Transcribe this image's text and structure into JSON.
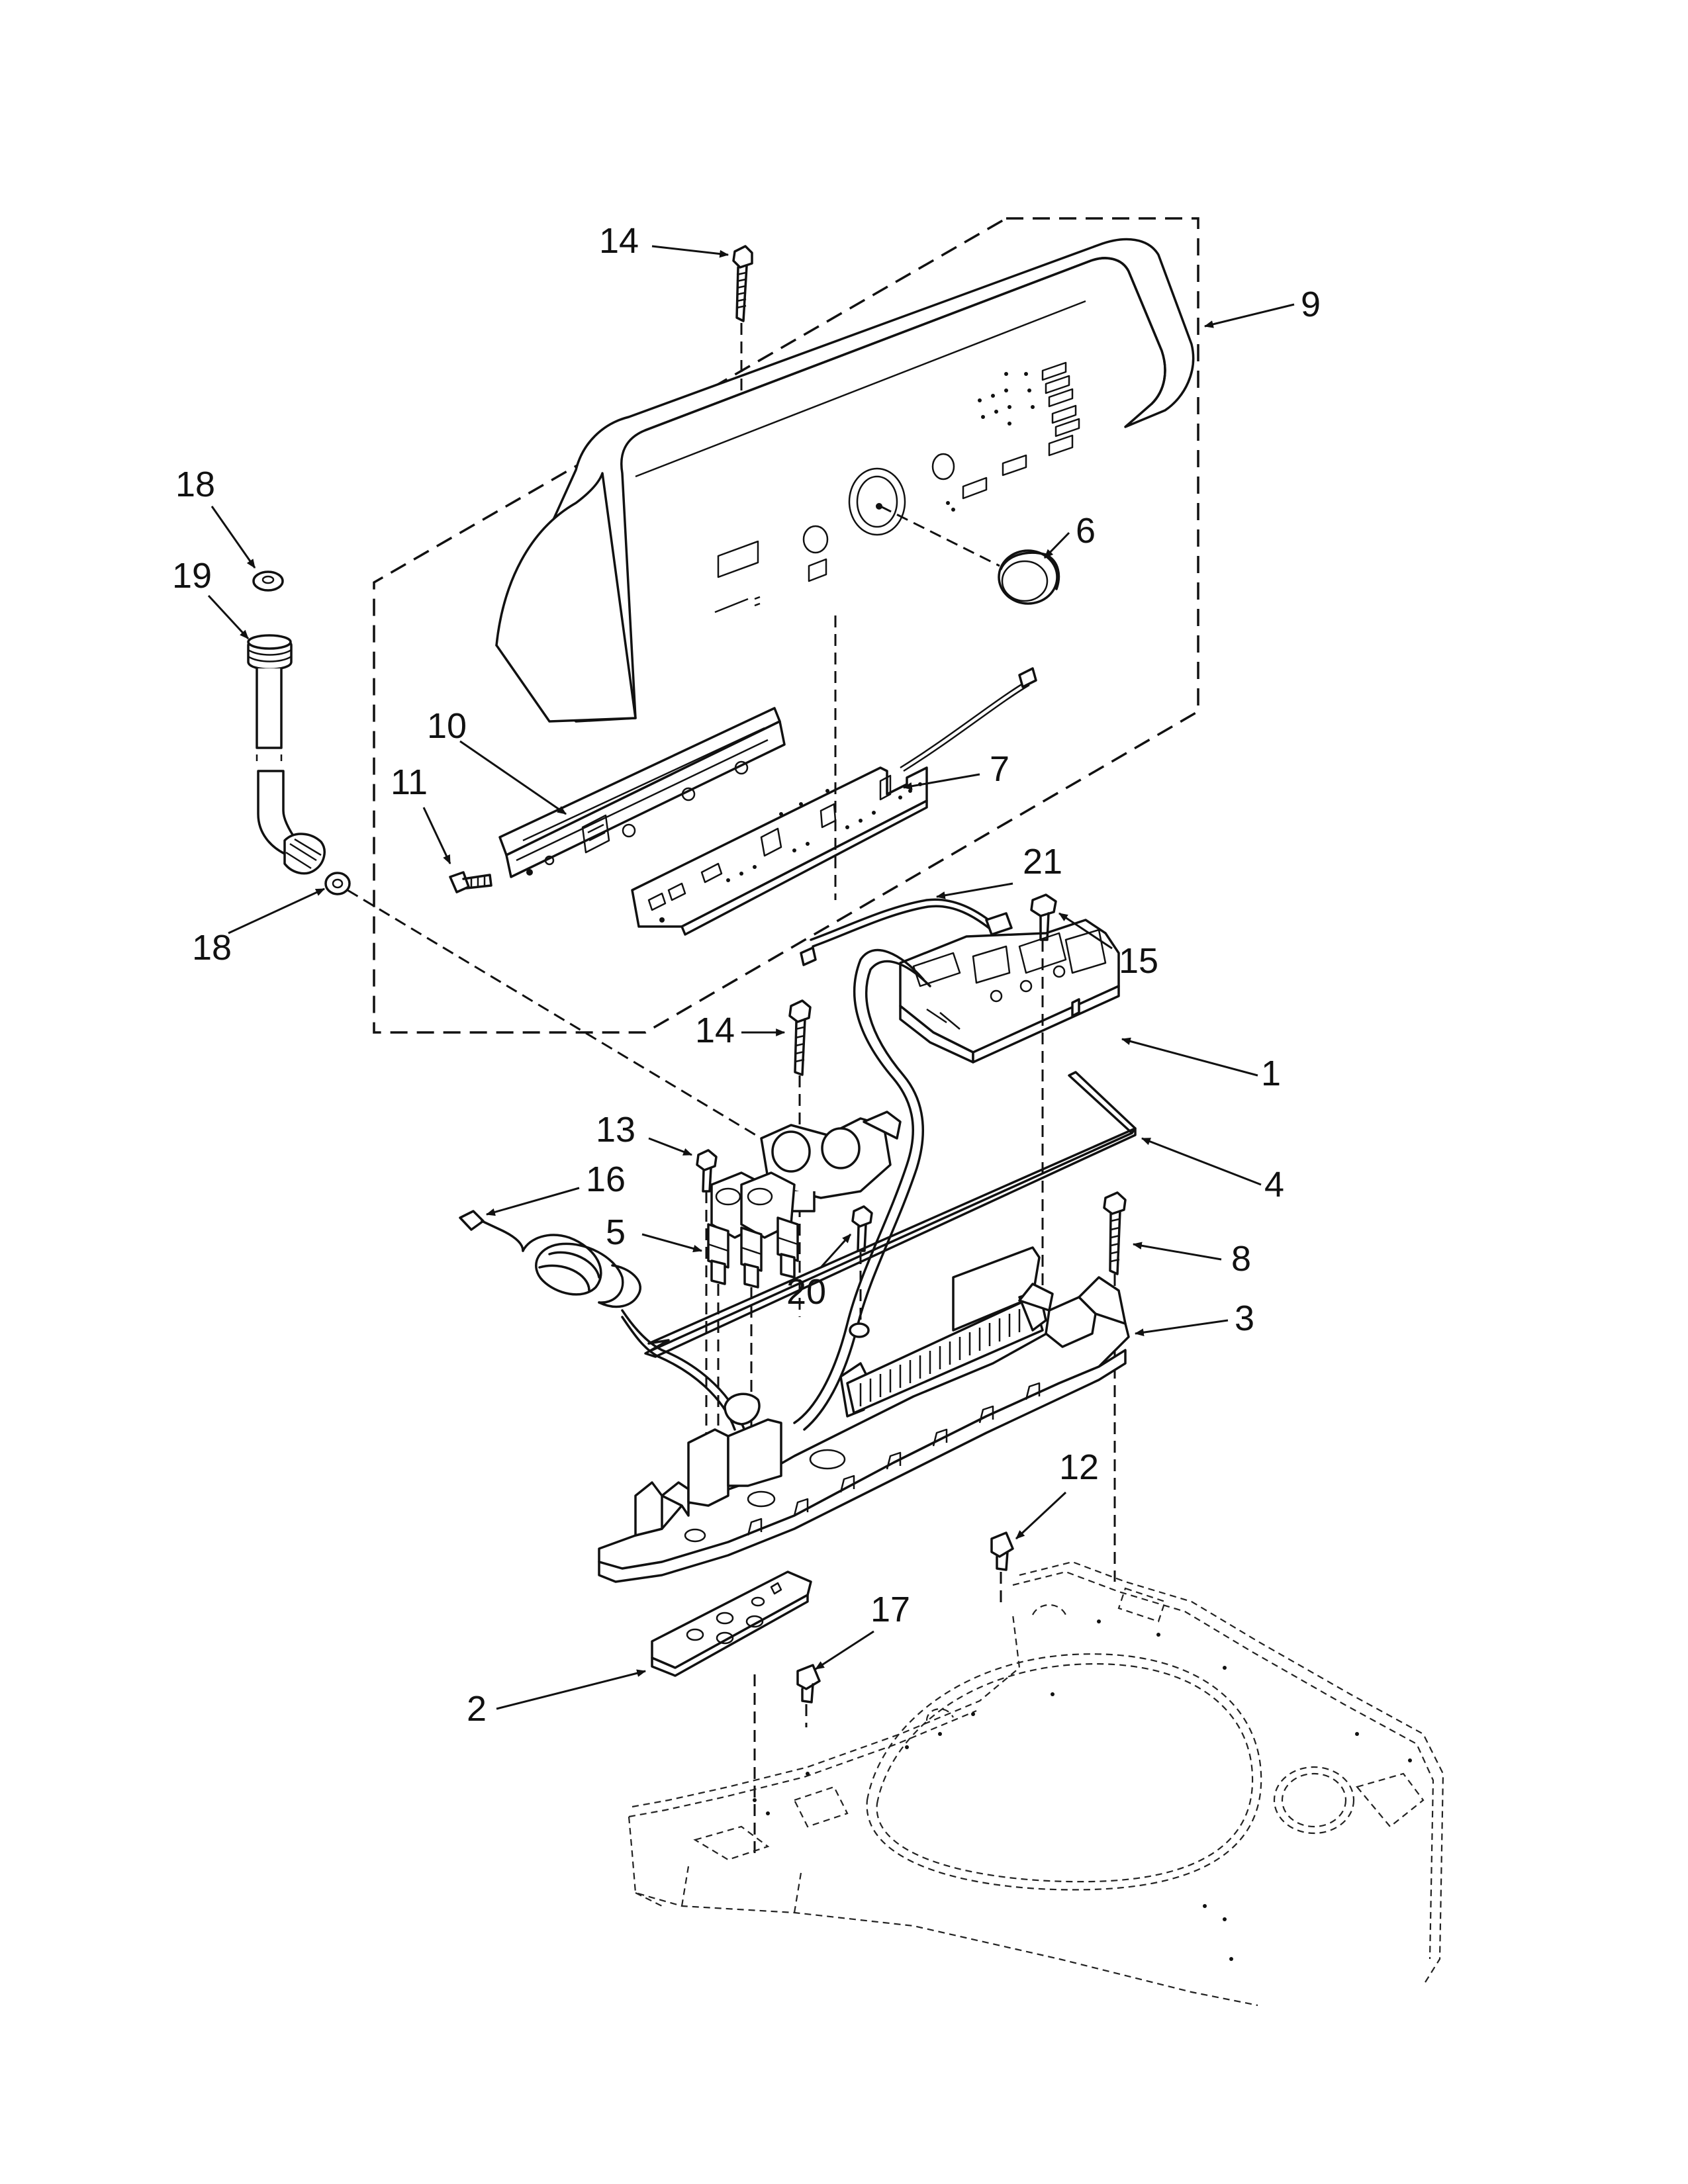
{
  "callouts": [
    {
      "id": "c1",
      "label": "1"
    },
    {
      "id": "c2",
      "label": "2"
    },
    {
      "id": "c3",
      "label": "3"
    },
    {
      "id": "c4",
      "label": "4"
    },
    {
      "id": "c5",
      "label": "5"
    },
    {
      "id": "c6",
      "label": "6"
    },
    {
      "id": "c7",
      "label": "7"
    },
    {
      "id": "c8",
      "label": "8"
    },
    {
      "id": "c9",
      "label": "9"
    },
    {
      "id": "c10",
      "label": "10"
    },
    {
      "id": "c11",
      "label": "11"
    },
    {
      "id": "c12",
      "label": "12"
    },
    {
      "id": "c13",
      "label": "13"
    },
    {
      "id": "c14a",
      "label": "14"
    },
    {
      "id": "c14b",
      "label": "14"
    },
    {
      "id": "c15",
      "label": "15"
    },
    {
      "id": "c16",
      "label": "16"
    },
    {
      "id": "c17",
      "label": "17"
    },
    {
      "id": "c18a",
      "label": "18"
    },
    {
      "id": "c18b",
      "label": "18"
    },
    {
      "id": "c19",
      "label": "19"
    },
    {
      "id": "c20",
      "label": "20"
    },
    {
      "id": "c21",
      "label": "21"
    }
  ]
}
